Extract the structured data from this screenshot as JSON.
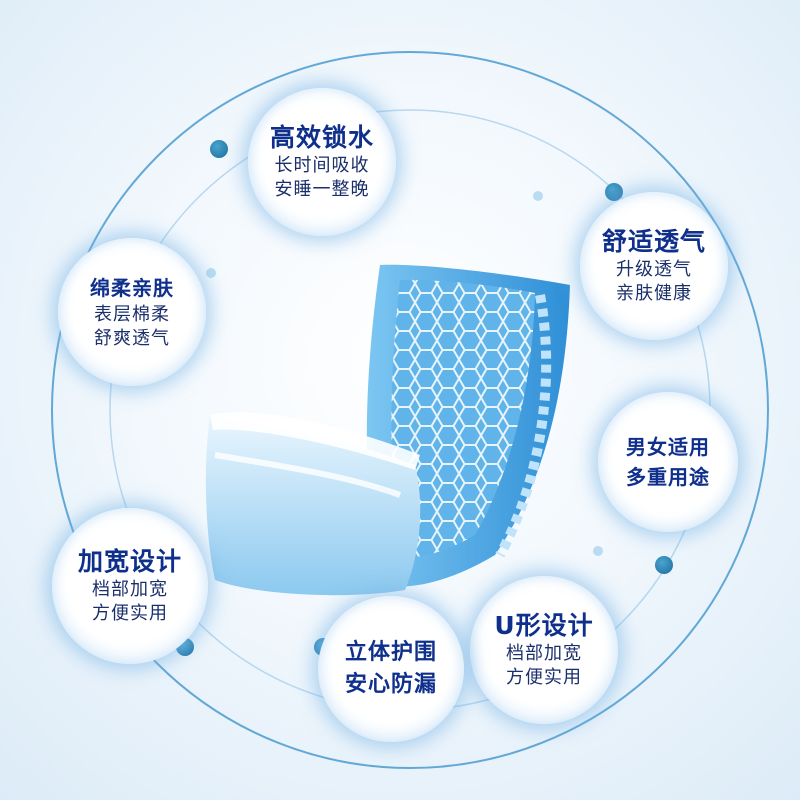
{
  "features": [
    {
      "id": "lock-water",
      "title": "高效锁水",
      "lines": [
        "长时间吸收",
        "安睡一整晚"
      ]
    },
    {
      "id": "breathable",
      "title": "舒适透气",
      "lines": [
        "升级透气",
        "亲肤健康"
      ]
    },
    {
      "id": "soft",
      "title": "绵柔亲肤",
      "lines": [
        "表层棉柔",
        "舒爽透气"
      ]
    },
    {
      "id": "unisex",
      "lines": [
        "男女适用",
        "多重用途"
      ]
    },
    {
      "id": "wide",
      "title": "加宽设计",
      "lines": [
        "档部加宽",
        "方便实用"
      ]
    },
    {
      "id": "u-shape",
      "title": "U形设计",
      "lines": [
        "档部加宽",
        "方便实用"
      ]
    },
    {
      "id": "guard",
      "lines": [
        "立体护围",
        "安心防漏"
      ]
    }
  ],
  "colors": {
    "title": "#0f2f8c",
    "ring": "#3a8fc6",
    "accent_dot": "#1a6c9c",
    "product_blue": "#5fb4ea"
  }
}
